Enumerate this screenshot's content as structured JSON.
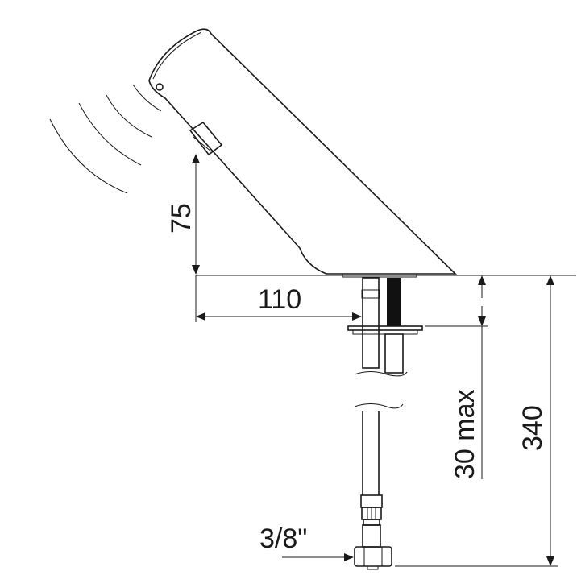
{
  "dimensions": {
    "sensor_height": "75",
    "spout_reach": "110",
    "deck_thickness": "30 max",
    "total_length": "340",
    "connection": "3/8\""
  }
}
